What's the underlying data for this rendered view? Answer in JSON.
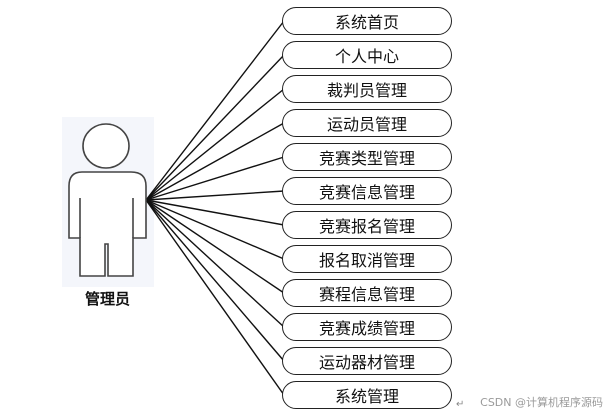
{
  "actor": {
    "label": "管理员"
  },
  "use_cases": [
    "系统首页",
    "个人中心",
    "裁判员管理",
    "运动员管理",
    "竞赛类型管理",
    "竞赛信息管理",
    "竞赛报名管理",
    "报名取消管理",
    "赛程信息管理",
    "竞赛成绩管理",
    "运动器材管理",
    "系统管理"
  ],
  "watermark": "CSDN @计算机程序源码"
}
